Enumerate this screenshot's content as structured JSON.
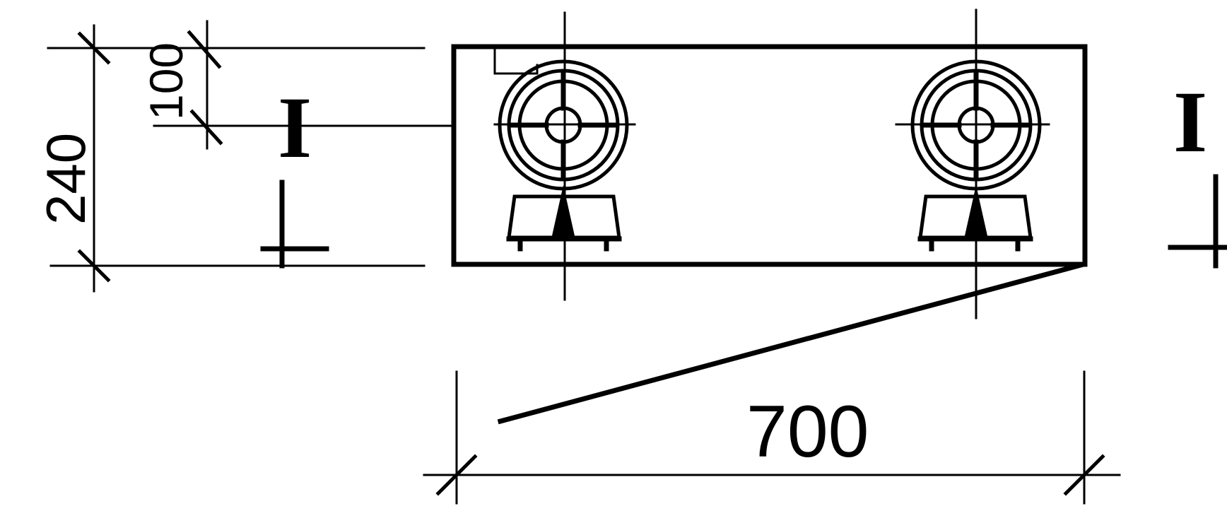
{
  "dimensions": {
    "total_height": "240",
    "offset": "100",
    "width": "700"
  },
  "section_marks": {
    "left": "I",
    "right": "I"
  },
  "colors": {
    "ink": "#000000",
    "background": "#ffffff"
  },
  "icons": [
    "hydrant-outlet-icon",
    "section-cut-mark-icon",
    "dimension-tick-icon"
  ]
}
